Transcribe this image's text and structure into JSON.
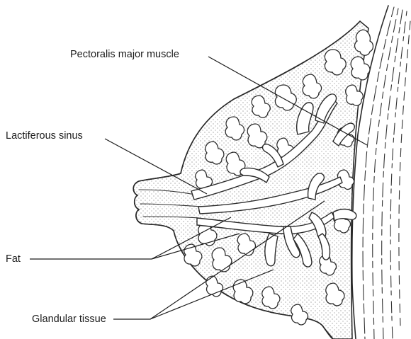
{
  "labels": {
    "pectoralis": "Pectoralis major muscle",
    "lactiferous": "Lactiferous sinus",
    "fat": "Fat",
    "glandular": "Glandular tissue"
  }
}
